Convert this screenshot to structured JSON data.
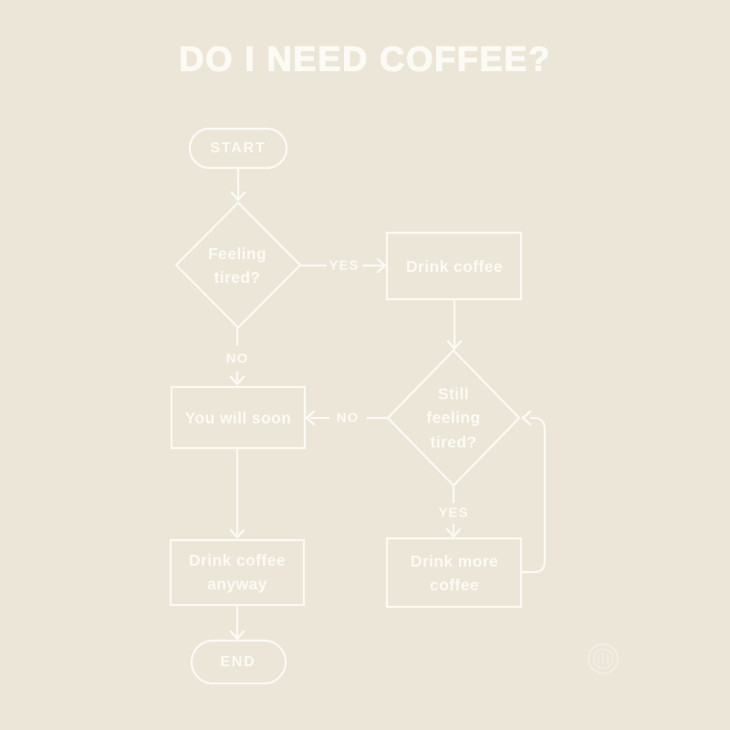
{
  "title": "DO I NEED COFFEE?",
  "colors": {
    "background": "#ECE6D8",
    "line": "#FCFAF4",
    "text": "#FCFAF4"
  },
  "chart_data": {
    "type": "flowchart",
    "title": "DO I NEED COFFEE?"
  },
  "nodes": {
    "start": {
      "type": "terminator",
      "label": "START"
    },
    "feeling_tired": {
      "type": "decision",
      "label": "Feeling tired?"
    },
    "drink_coffee": {
      "type": "process",
      "label": "Drink coffee"
    },
    "you_will_soon": {
      "type": "process",
      "label": "You will soon"
    },
    "still_feeling_tired": {
      "type": "decision",
      "label": "Still feeling tired?"
    },
    "drink_more_coffee": {
      "type": "process",
      "label": "Drink more coffee"
    },
    "drink_coffee_anyway": {
      "type": "process",
      "label": "Drink coffee anyway"
    },
    "end": {
      "type": "terminator",
      "label": "END"
    }
  },
  "edges": [
    {
      "from": "start",
      "to": "feeling_tired",
      "label": ""
    },
    {
      "from": "feeling_tired",
      "to": "drink_coffee",
      "label": "YES"
    },
    {
      "from": "feeling_tired",
      "to": "you_will_soon",
      "label": "NO"
    },
    {
      "from": "drink_coffee",
      "to": "still_feeling_tired",
      "label": ""
    },
    {
      "from": "still_feeling_tired",
      "to": "you_will_soon",
      "label": "NO"
    },
    {
      "from": "still_feeling_tired",
      "to": "drink_more_coffee",
      "label": "YES"
    },
    {
      "from": "drink_more_coffee",
      "to": "still_feeling_tired",
      "label": ""
    },
    {
      "from": "you_will_soon",
      "to": "drink_coffee_anyway",
      "label": ""
    },
    {
      "from": "drink_coffee_anyway",
      "to": "end",
      "label": ""
    }
  ],
  "watermark": {
    "icon": "circular-badge-logo-icon"
  }
}
